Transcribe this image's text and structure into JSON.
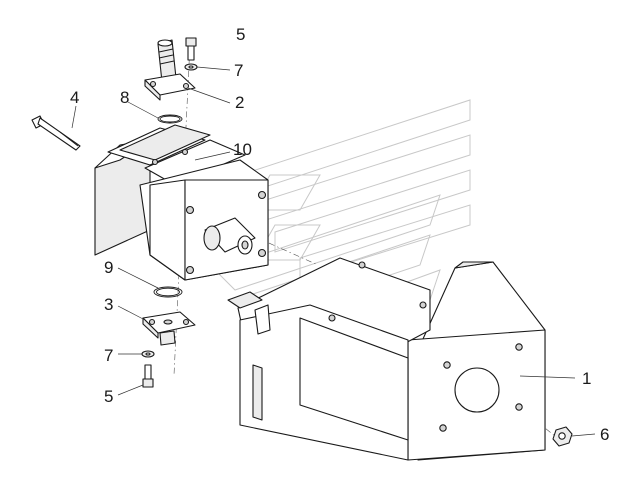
{
  "callouts": {
    "c1": "1",
    "c2": "2",
    "c3": "3",
    "c4": "4",
    "c5_top": "5",
    "c5_bottom": "5",
    "c6": "6",
    "c7_top": "7",
    "c7_bottom": "7",
    "c8": "8",
    "c9": "9",
    "c10": "10"
  }
}
